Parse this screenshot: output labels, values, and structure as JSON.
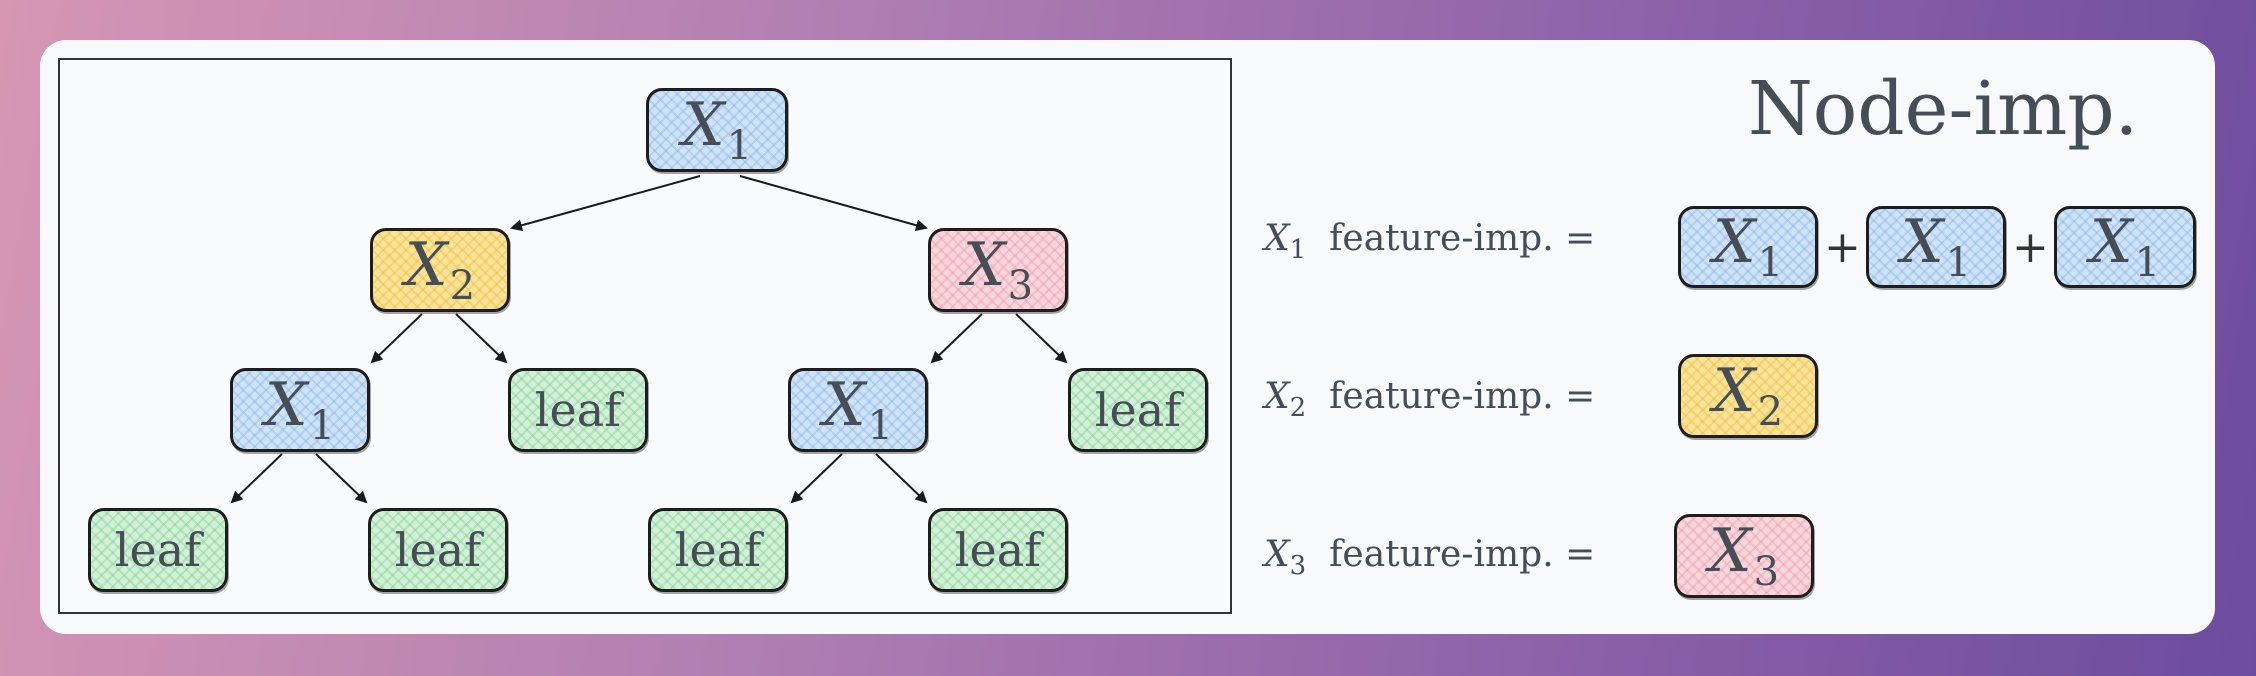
{
  "title": "Node-imp.",
  "leaf_label": "leaf",
  "var_symbol": "X",
  "feature_imp_label": "feature-imp. =",
  "plus_sign": "+",
  "subscripts": {
    "one": "1",
    "two": "2",
    "three": "3"
  },
  "colors": {
    "x1": "#cfe3f7",
    "x2": "#fbe39a",
    "x3": "#f8d6dc",
    "leaf": "#d3f1d8"
  }
}
